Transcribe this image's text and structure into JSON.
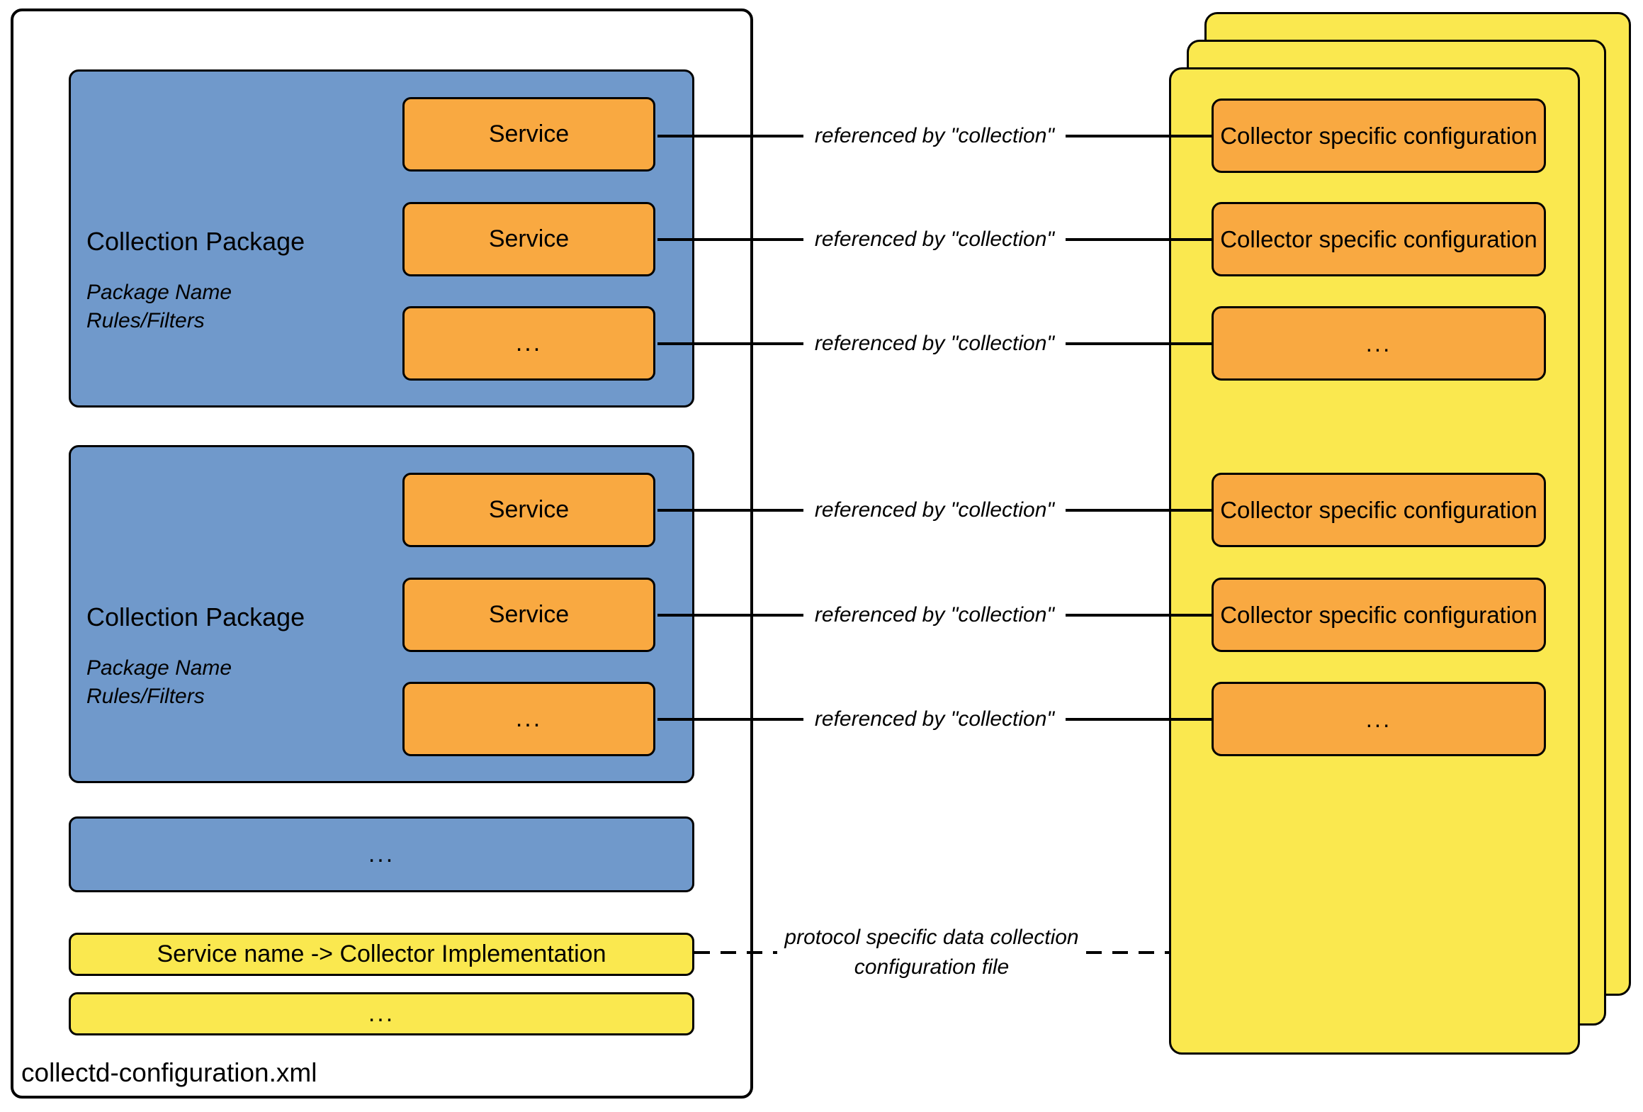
{
  "file_box": {
    "label": "collectd-configuration.xml"
  },
  "packages": [
    {
      "title": "Collection Package",
      "meta_line1": "Package Name",
      "meta_line2": "Rules/Filters",
      "services": [
        "Service",
        "Service",
        "..."
      ]
    },
    {
      "title": "Collection Package",
      "meta_line1": "Package Name",
      "meta_line2": "Rules/Filters",
      "services": [
        "Service",
        "Service",
        "..."
      ]
    }
  ],
  "more_packages_label": "...",
  "mapping": {
    "label": "Service name -> Collector Implementation"
  },
  "more_mappings_label": "...",
  "collector_pages": {
    "boxes": [
      "Collector specific configuration",
      "Collector specific configuration",
      "...",
      "Collector specific configuration",
      "Collector specific configuration",
      "..."
    ]
  },
  "connections": {
    "reference_label": "referenced by \"collection\"",
    "protocol_label_line1": "protocol specific data collection",
    "protocol_label_line2": "configuration file"
  },
  "colors": {
    "package_blue": "#7099cb",
    "service_orange": "#f9a941",
    "file_yellow": "#fae84f",
    "line_black": "#000000",
    "background_white": "#ffffff"
  }
}
